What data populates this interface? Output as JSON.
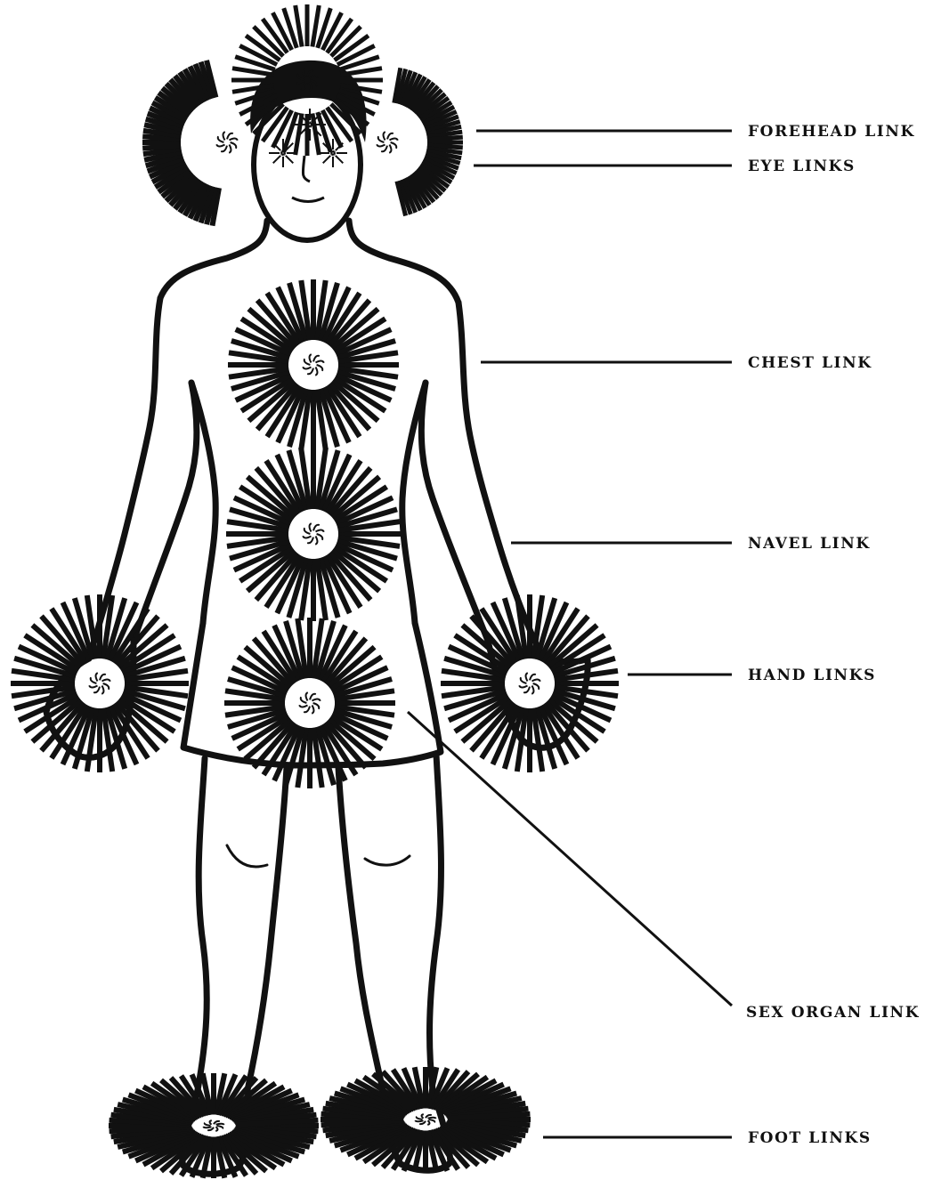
{
  "labels": {
    "forehead": "FOREHEAD LINK",
    "eye": "EYE LINKS",
    "chest": "CHEST LINK",
    "navel": "NAVEL LINK",
    "hand": "HAND LINKS",
    "sex_organ": "SEX ORGAN LINK",
    "foot": "FOOT LINKS"
  },
  "colors": {
    "ink": "#111111",
    "paper": "#ffffff"
  }
}
